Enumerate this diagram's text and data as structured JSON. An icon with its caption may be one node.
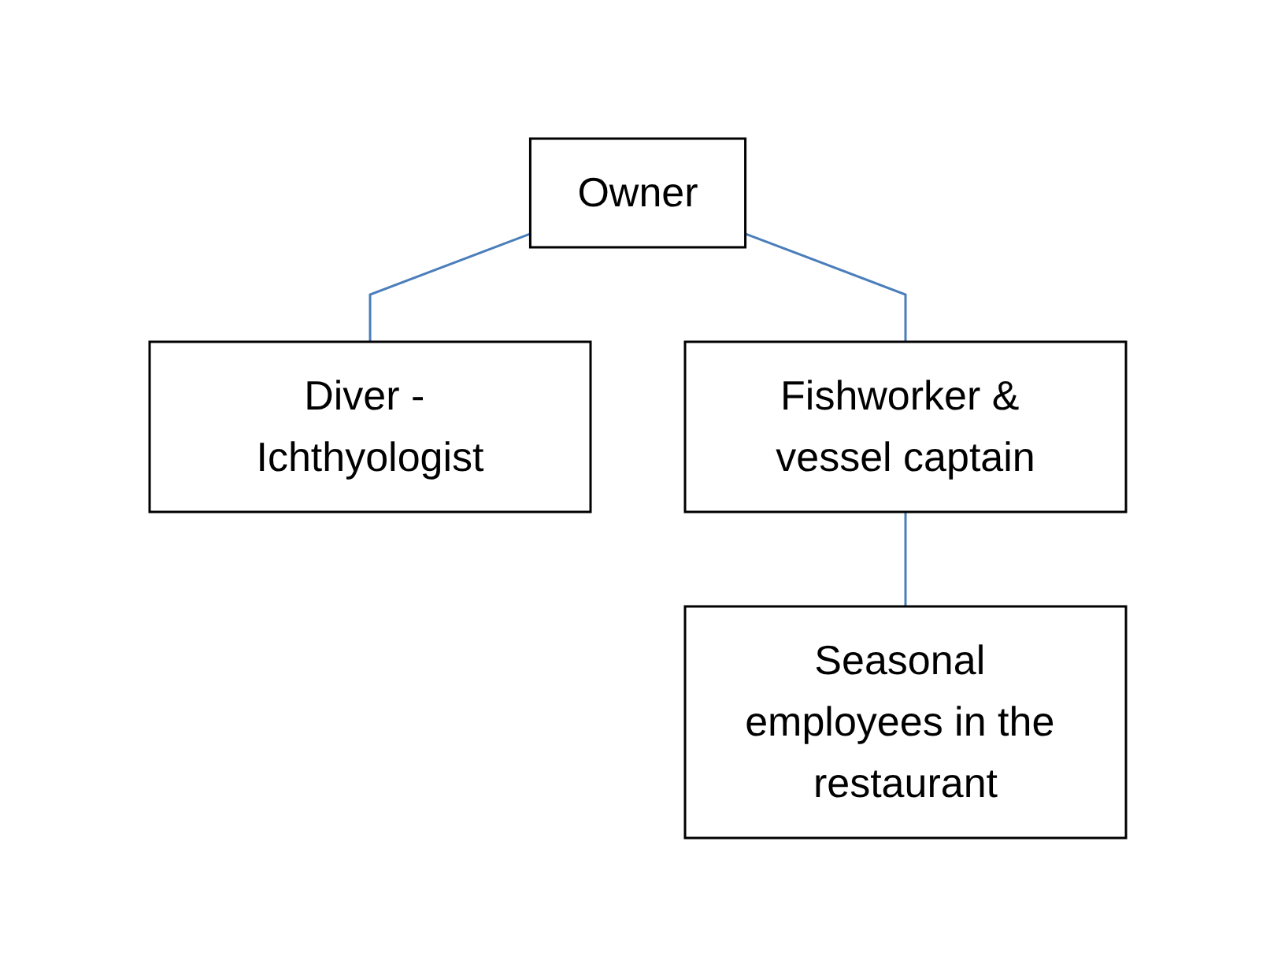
{
  "diagram": {
    "nodes": [
      {
        "text": [
          "Owner"
        ]
      },
      {
        "text": [
          "Diver - Ichthyologist"
        ]
      },
      {
        "text": [
          "Fishworker & vessel captain"
        ]
      },
      {
        "text": [
          "Seasonal employees in the restaurant"
        ]
      }
    ],
    "edges": [
      {
        "from": 0,
        "to": 2,
        "arrow": "none"
      },
      {
        "from": 0,
        "to": 1,
        "arrow": "none"
      },
      {
        "from": 2,
        "to": 3,
        "arrow": "none"
      }
    ]
  }
}
